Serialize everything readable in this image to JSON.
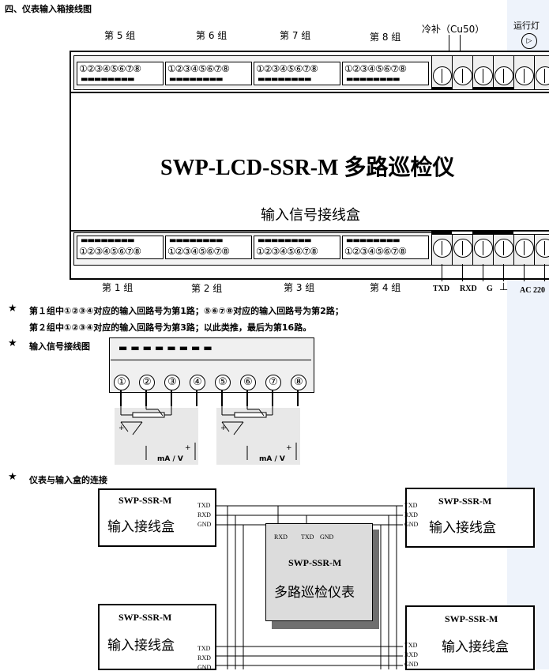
{
  "section_title": "四、仪表输入箱接线图",
  "top_groups": [
    "第 5 组",
    "第 6 组",
    "第 7 组",
    "第 8 组"
  ],
  "bottom_groups": [
    "第 1 组",
    "第 2 组",
    "第 3 组",
    "第 4 组"
  ],
  "cold_junction_label": "冷补（Cu50）",
  "run_light_label": "运行灯",
  "device_title": "SWP-LCD-SSR-M 多路巡检仪",
  "device_subtitle": "输入信号接线盒",
  "terminal_digits": "①②③④⑤⑥⑦⑧",
  "bottom_terminal_labels": [
    "TXD",
    "RXD",
    "G",
    "⊥",
    "AC 220"
  ],
  "notes": [
    "第１组中①②③④对应的输入回路号为第1路；⑤⑥⑦⑧对应的输入回路号为第2路；",
    "第２组中①②③④对应的输入回路号为第3路；以此类推，最后为第16路。"
  ],
  "star": "★",
  "input_wiring_title": "输入信号接线图",
  "input_numbers": [
    "①",
    "②",
    "③",
    "④",
    "⑤",
    "⑥",
    "⑦",
    "⑧"
  ],
  "signal_unit": "mA / V",
  "plus_sign": "+",
  "connection_title": "仪表与输入盒的连接",
  "box_model": "SWP-SSR-M",
  "box_name": "输入接线盒",
  "port_labels": [
    "TXD",
    "RXD",
    "GND"
  ],
  "center_model": "SWP-SSR-M",
  "center_name": "多路巡检仪表",
  "center_ports": [
    "RXD",
    "TXD",
    "GND"
  ]
}
